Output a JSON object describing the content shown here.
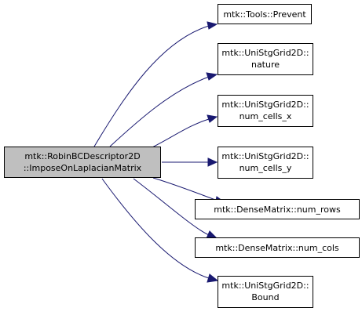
{
  "graph": {
    "root": {
      "line1": "mtk::RobinBCDescriptor2D",
      "line2": "::ImposeOnLaplacianMatrix"
    },
    "callees": [
      {
        "line1": "mtk::Tools::Prevent",
        "line2": ""
      },
      {
        "line1": "mtk::UniStgGrid2D::",
        "line2": "nature"
      },
      {
        "line1": "mtk::UniStgGrid2D::",
        "line2": "num_cells_x"
      },
      {
        "line1": "mtk::UniStgGrid2D::",
        "line2": "num_cells_y"
      },
      {
        "line1": "mtk::DenseMatrix::num_rows",
        "line2": ""
      },
      {
        "line1": "mtk::DenseMatrix::num_cols",
        "line2": ""
      },
      {
        "line1": "mtk::UniStgGrid2D::",
        "line2": "Bound"
      }
    ],
    "colors": {
      "edge": "#191970",
      "root_fill": "#bfbfbf",
      "node_fill": "#ffffff",
      "border": "#000000"
    }
  }
}
